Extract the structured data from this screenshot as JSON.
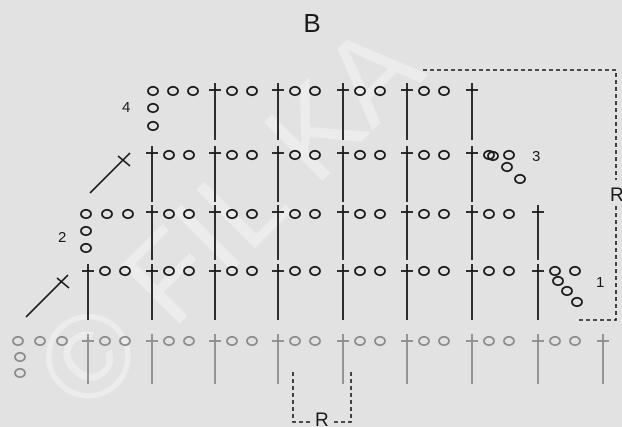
{
  "title": "B",
  "watermark_text": "© FIL KA",
  "repeat_label": "R",
  "side_repeat_label": "R",
  "row_labels": [
    "1",
    "2",
    "3",
    "4"
  ],
  "symbols": {
    "chain": "open oval",
    "double_crochet": "vertical stick with crossbar",
    "slip_stitch": "diagonal line with cross"
  },
  "colors": {
    "background": "#e2e2e2",
    "ink": "#1a1a1a",
    "foundation_row": "#8c8c8c"
  }
}
